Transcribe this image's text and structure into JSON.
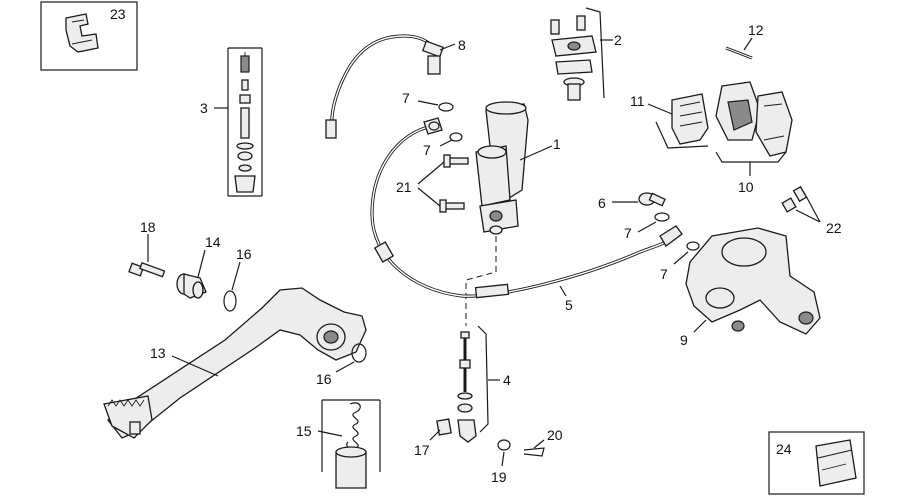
{
  "diagram": {
    "callouts": {
      "c1": "1",
      "c2": "2",
      "c3": "3",
      "c4": "4",
      "c5": "5",
      "c6": "6",
      "c7a": "7",
      "c7b": "7",
      "c7c": "7",
      "c7d": "7",
      "c8": "8",
      "c9": "9",
      "c10": "10",
      "c11": "11",
      "c12": "12",
      "c13": "13",
      "c14": "14",
      "c15": "15",
      "c16a": "16",
      "c16b": "16",
      "c17": "17",
      "c18": "18",
      "c19": "19",
      "c20": "20",
      "c21": "21",
      "c22": "22",
      "c23": "23",
      "c24": "24"
    }
  }
}
